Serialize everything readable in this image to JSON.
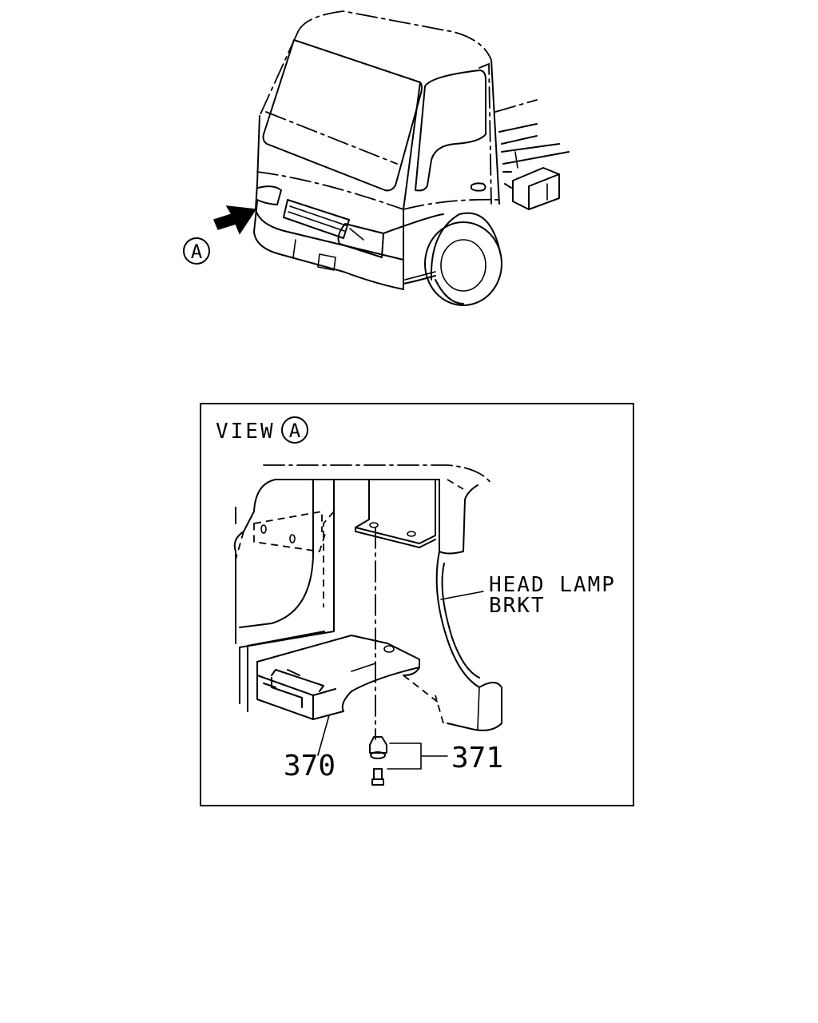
{
  "overview": {
    "callout": "A"
  },
  "view_panel": {
    "title": "VIEW",
    "title_callout": "A"
  },
  "labels": {
    "head_lamp_line1": "HEAD LAMP",
    "head_lamp_line2": "BRKT",
    "part_370": "370",
    "part_371": "371"
  }
}
